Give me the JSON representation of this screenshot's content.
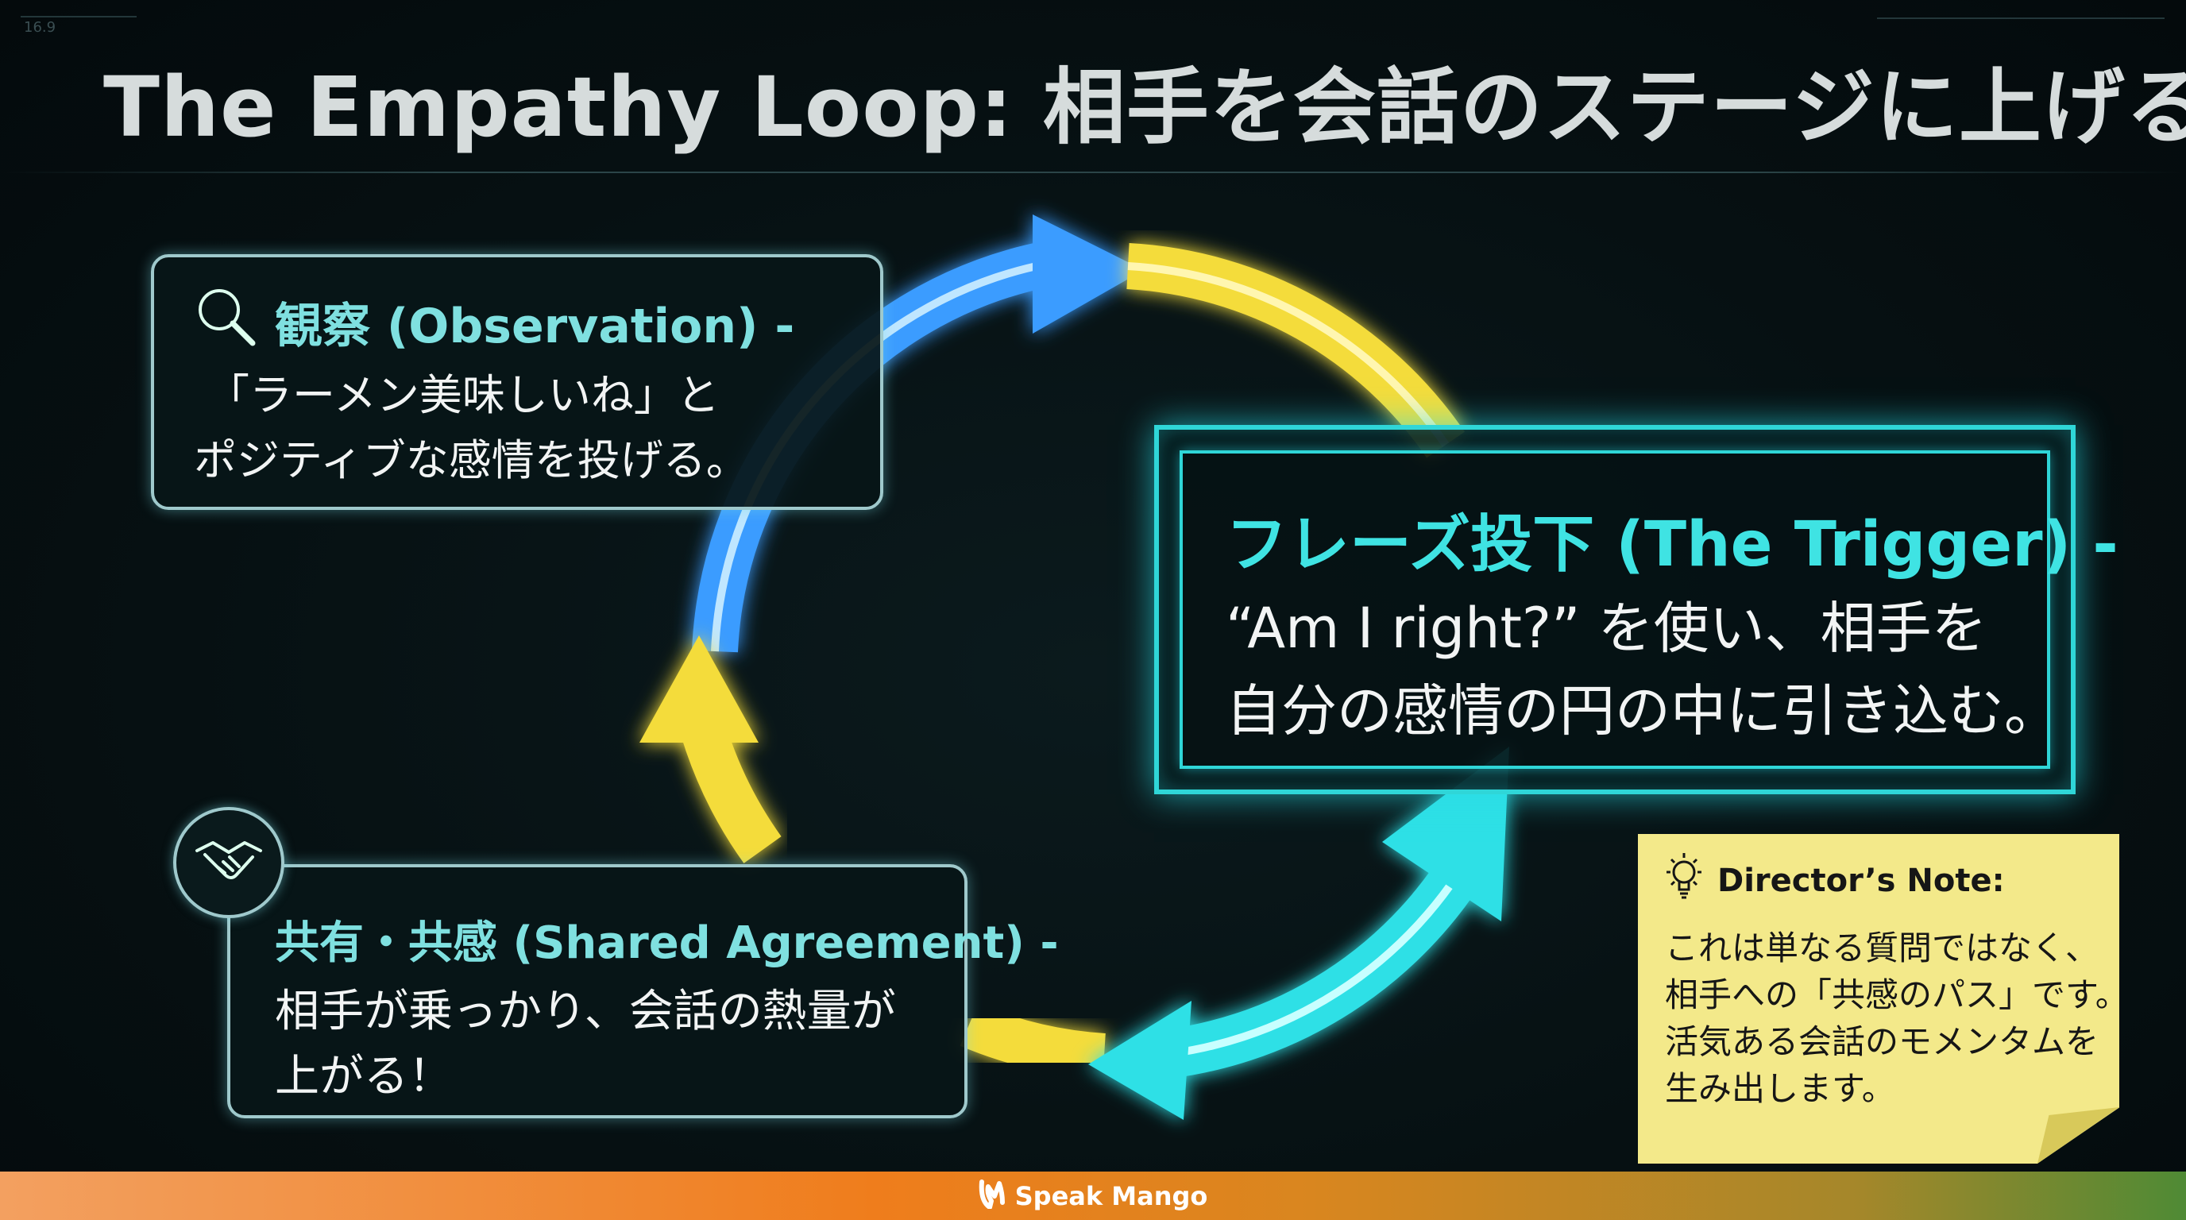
{
  "slide": {
    "aspect_label": "16.9",
    "title": "The Empathy Loop: 相手を会話のステージに上げる"
  },
  "observation": {
    "icon": "magnifier-icon",
    "heading": "観察 (Observation) -",
    "lines": [
      "「ラーメン美味しいね」と",
      "ポジティブな感情を投げる。"
    ]
  },
  "trigger": {
    "heading": "フレーズ投下 (The Trigger) -",
    "lines": [
      "“Am I right?” を使い、相手を",
      "自分の感情の円の中に引き込む。"
    ]
  },
  "shared": {
    "icon": "handshake-icon",
    "heading": "共有・共感 (Shared Agreement) -",
    "lines": [
      "相手が乗っかり、会話の熱量が",
      "上がる！"
    ]
  },
  "note": {
    "icon": "lightbulb-icon",
    "heading": "Director’s Note:",
    "lines": [
      "これは単なる質問ではなく、",
      "相手への「共感のパス」です。",
      "活気ある会話のモメンタムを",
      "生み出します。"
    ]
  },
  "footer": {
    "logo_icon": "speak-mango-logo-icon",
    "brand": "Speak Mango"
  },
  "colors": {
    "cyan": "#2fd6d8",
    "blue": "#3a9cff",
    "yellow": "#f4dc3a",
    "note_bg": "#f3e98a",
    "footer_orange": "#ef7d1c"
  }
}
